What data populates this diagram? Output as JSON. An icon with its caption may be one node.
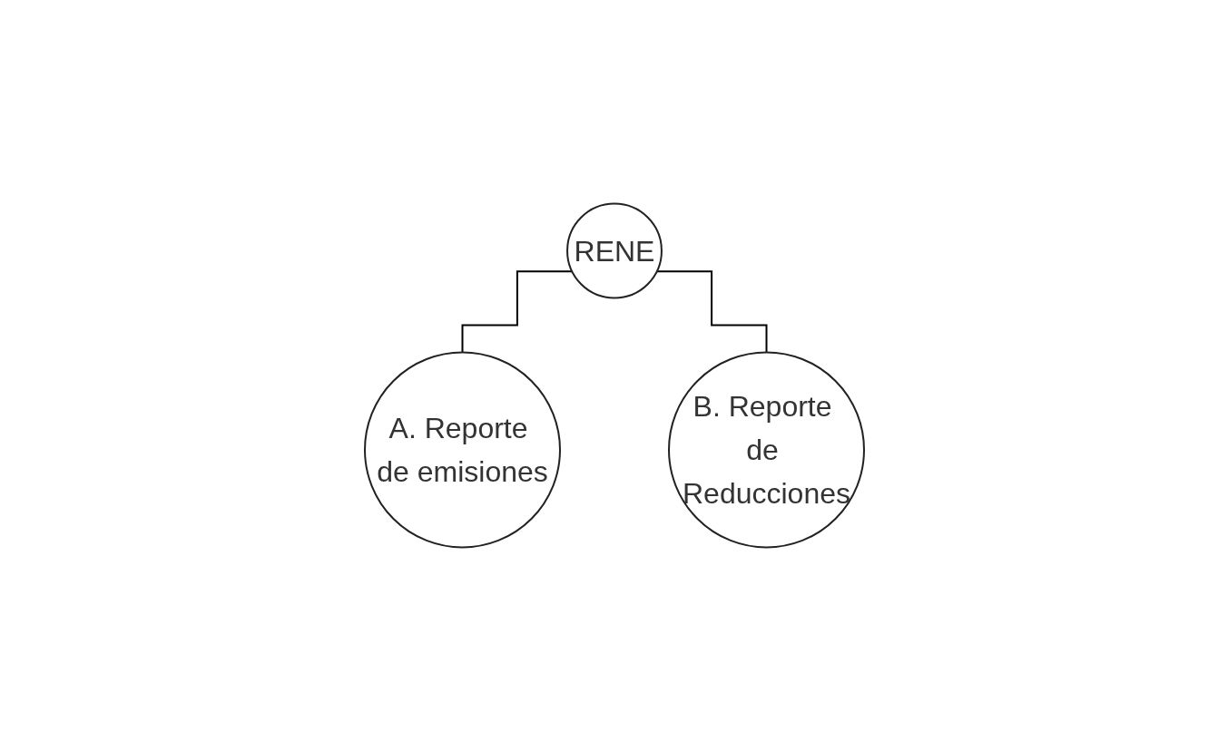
{
  "diagram": {
    "nodes": [
      {
        "text": [
          "RENE"
        ]
      },
      {
        "text": [
          "A. Reporte de emisiones"
        ]
      },
      {
        "text": [
          "B. Reporte de Reducciones"
        ]
      }
    ],
    "edges": [
      {
        "from": 0,
        "to": 1,
        "arrow": "none"
      },
      {
        "from": 0,
        "to": 2,
        "arrow": "none"
      }
    ]
  }
}
